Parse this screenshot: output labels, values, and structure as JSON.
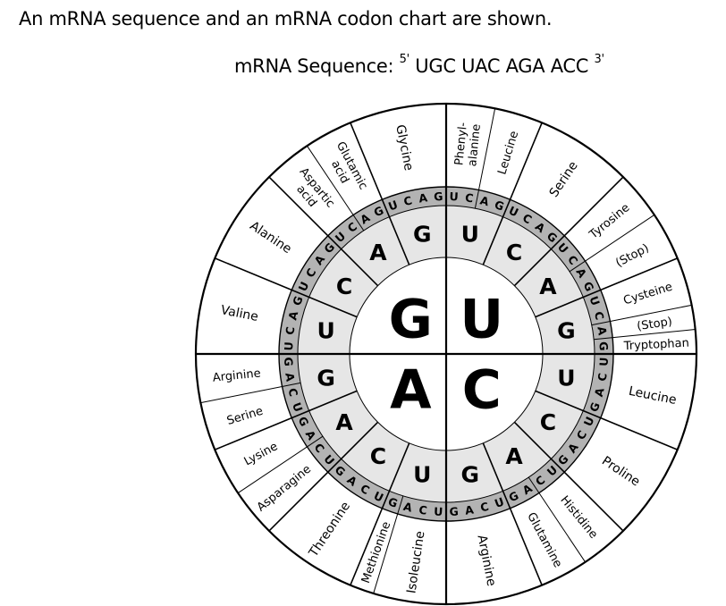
{
  "prompt": "An mRNA sequence and an mRNA codon chart are shown.",
  "sequence": {
    "label": "mRNA Sequence:",
    "five_prime": "5'",
    "codons": "UGC UAC AGA ACC",
    "three_prime": "3'"
  },
  "codon_chart": {
    "colors": {
      "outer_ring": "#ffffff",
      "third_letter_band": "#b3b3b3",
      "second_letter_band": "#e6e6e6",
      "center": "#ffffff",
      "lines": "#000000"
    },
    "first_letter_quadrants_clockwise_from_top": [
      "U",
      "C",
      "A",
      "G"
    ],
    "second_letters_clockwise": [
      "U",
      "C",
      "A",
      "G"
    ],
    "third_letters_clockwise": [
      "U",
      "C",
      "A",
      "G"
    ],
    "quadrants": [
      {
        "first": "U",
        "groups": [
          {
            "second": "U",
            "amino_acids": [
              {
                "name": "Phenyl-\nalanine",
                "codons": 2
              },
              {
                "name": "Leucine",
                "codons": 2
              }
            ]
          },
          {
            "second": "C",
            "amino_acids": [
              {
                "name": "Serine",
                "codons": 4
              }
            ]
          },
          {
            "second": "A",
            "amino_acids": [
              {
                "name": "Tyrosine",
                "codons": 2
              },
              {
                "name": "(Stop)",
                "codons": 2
              }
            ]
          },
          {
            "second": "G",
            "amino_acids": [
              {
                "name": "Cysteine",
                "codons": 2
              },
              {
                "name": "(Stop)",
                "codons": 1
              },
              {
                "name": "Tryptophan",
                "codons": 1
              }
            ]
          }
        ]
      },
      {
        "first": "C",
        "groups": [
          {
            "second": "U",
            "amino_acids": [
              {
                "name": "Leucine",
                "codons": 4
              }
            ]
          },
          {
            "second": "C",
            "amino_acids": [
              {
                "name": "Proline",
                "codons": 4
              }
            ]
          },
          {
            "second": "A",
            "amino_acids": [
              {
                "name": "Histidine",
                "codons": 2
              },
              {
                "name": "Glutamine",
                "codons": 2
              }
            ]
          },
          {
            "second": "G",
            "amino_acids": [
              {
                "name": "Arginine",
                "codons": 4
              }
            ]
          }
        ]
      },
      {
        "first": "A",
        "groups": [
          {
            "second": "U",
            "amino_acids": [
              {
                "name": "Isoleucine",
                "codons": 3
              },
              {
                "name": "Methionine",
                "codons": 1
              }
            ]
          },
          {
            "second": "C",
            "amino_acids": [
              {
                "name": "Threonine",
                "codons": 4
              }
            ]
          },
          {
            "second": "A",
            "amino_acids": [
              {
                "name": "Asparagine",
                "codons": 2
              },
              {
                "name": "Lysine",
                "codons": 2
              }
            ]
          },
          {
            "second": "G",
            "amino_acids": [
              {
                "name": "Serine",
                "codons": 2
              },
              {
                "name": "Arginine",
                "codons": 2
              }
            ]
          }
        ]
      },
      {
        "first": "G",
        "groups": [
          {
            "second": "U",
            "amino_acids": [
              {
                "name": "Valine",
                "codons": 4
              }
            ]
          },
          {
            "second": "C",
            "amino_acids": [
              {
                "name": "Alanine",
                "codons": 4
              }
            ]
          },
          {
            "second": "A",
            "amino_acids": [
              {
                "name": "Aspartic\nacid",
                "codons": 2
              },
              {
                "name": "Glutamic\nacid",
                "codons": 2
              }
            ]
          },
          {
            "second": "G",
            "amino_acids": [
              {
                "name": "Glycine",
                "codons": 4
              }
            ]
          }
        ]
      }
    ]
  }
}
